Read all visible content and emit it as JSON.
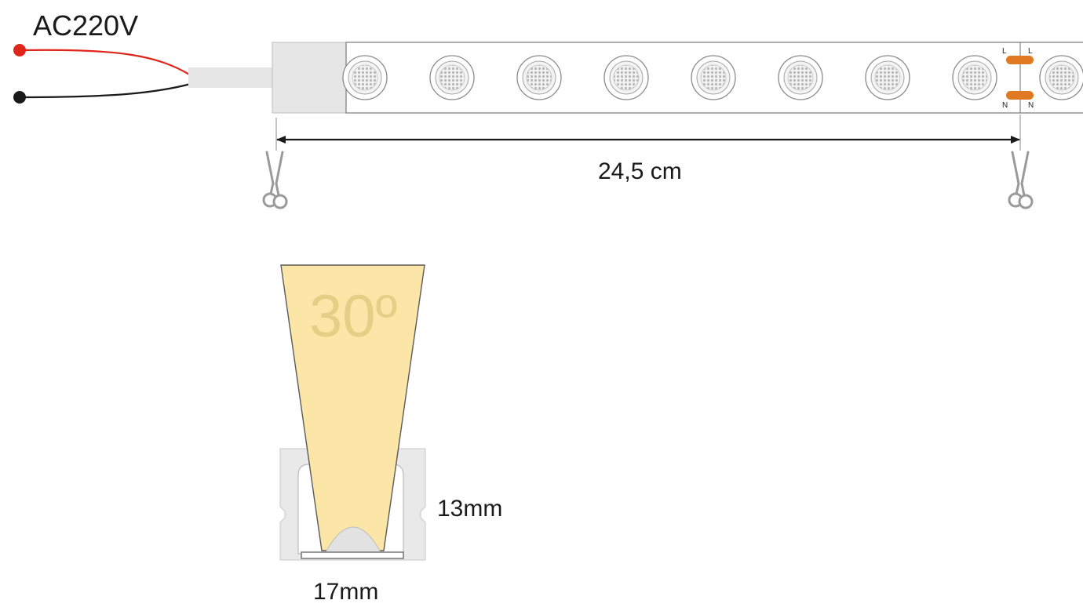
{
  "power": {
    "voltage_label": "AC220V"
  },
  "strip": {
    "cut_length_label": "24,5 cm",
    "led_count": 9,
    "terminal_marks": {
      "live": "L",
      "neutral": "N"
    }
  },
  "profile": {
    "beam_angle_label": "30º",
    "height_label": "13mm",
    "width_label": "17mm"
  },
  "colors": {
    "live_wire": "#e0251b",
    "neutral_wire": "#1a1a1a",
    "solder_pad": "#e07a22",
    "light_beam": "#fbe6a8",
    "profile": "#e9e9e9"
  }
}
